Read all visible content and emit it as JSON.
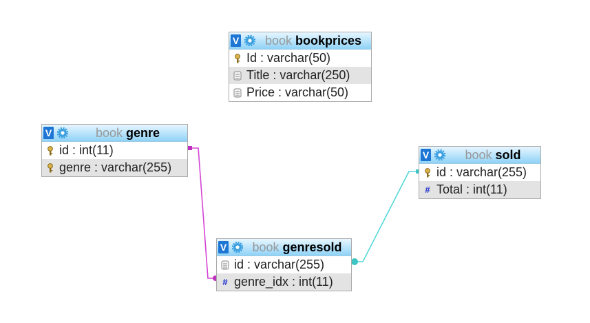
{
  "tables": {
    "bookprices": {
      "db": "book",
      "name": "bookprices",
      "columns": [
        {
          "label": "Id : varchar(50)",
          "icon": "key-icon"
        },
        {
          "label": "Title : varchar(250)",
          "icon": "column-icon"
        },
        {
          "label": "Price : varchar(50)",
          "icon": "column-icon"
        }
      ]
    },
    "genre": {
      "db": "book",
      "name": "genre",
      "columns": [
        {
          "label": "id : int(11)",
          "icon": "key-icon"
        },
        {
          "label": "genre : varchar(255)",
          "icon": "key-icon"
        }
      ]
    },
    "sold": {
      "db": "book",
      "name": "sold",
      "columns": [
        {
          "label": "id : varchar(255)",
          "icon": "key-icon"
        },
        {
          "label": "Total : int(11)",
          "icon": "hash-icon"
        }
      ]
    },
    "genresold": {
      "db": "book",
      "name": "genresold",
      "columns": [
        {
          "label": "id : varchar(255)",
          "icon": "column-icon"
        },
        {
          "label": "genre_idx : int(11)",
          "icon": "hash-icon"
        }
      ]
    }
  },
  "toggle_label": "V",
  "relations": [
    {
      "from": "genre.id",
      "to": "genresold.genre_idx",
      "color": "#d444d4"
    },
    {
      "from": "sold.id",
      "to": "genresold.id",
      "color": "#55d8d8"
    }
  ],
  "colors": {
    "header_top": "#e7f6ff",
    "header_bottom": "#8fd2f6",
    "toggle_button": "#1e76d4",
    "alt_row": "#e3e3e3",
    "db_name_text": "#999999"
  }
}
